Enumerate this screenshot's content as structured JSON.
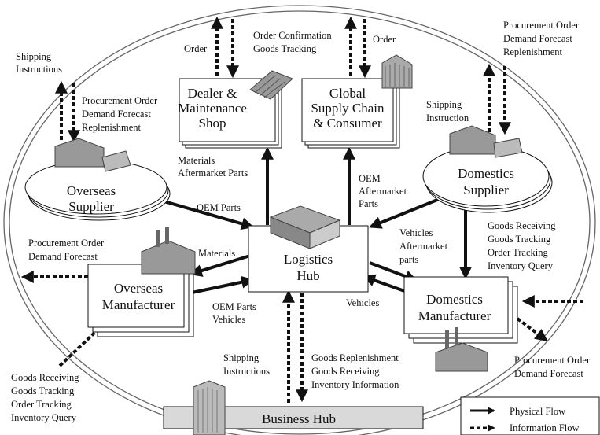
{
  "nodes": {
    "dealer": [
      "Dealer &",
      "Maintenance",
      "Shop"
    ],
    "global": [
      "Global",
      "Supply Chain",
      "& Consumer"
    ],
    "overseas_supplier": [
      "Overseas",
      "Supplier"
    ],
    "domestics_supplier": [
      "Domestics",
      "Supplier"
    ],
    "logistics_hub": [
      "Logistics",
      "Hub"
    ],
    "overseas_manufacturer": [
      "Overseas",
      "Manufacturer"
    ],
    "domestics_manufacturer": [
      "Domestics",
      "Manufacturer"
    ],
    "business_hub": "Business Hub"
  },
  "labels": {
    "shipping_instructions_tl": [
      "Shipping",
      "Instructions"
    ],
    "order_left": "Order",
    "order_confirmation": [
      "Order  Confirmation",
      "Goods Tracking"
    ],
    "order_right": "Order",
    "proc_top_right": [
      "Procurement Order",
      "Demand Forecast",
      "Replenishment"
    ],
    "proc_left": [
      "Procurement Order",
      "Demand Forecast",
      "Replenishment"
    ],
    "shipping_instruction_right": [
      "Shipping",
      "Instruction"
    ],
    "materials_aftermarket": [
      "Materials",
      "Aftermarket Parts"
    ],
    "oem_aftermarket": [
      "OEM",
      "Aftermarket",
      "Parts"
    ],
    "oem_parts_top": "OEM Parts",
    "proc_order_left": [
      "Procurement Order",
      "Demand Forecast"
    ],
    "materials": "Materials",
    "vehicles_aftermarket": [
      "Vehicles",
      "Aftermarket",
      "parts"
    ],
    "goods_receiving_right": [
      "Goods Receiving",
      "Goods Tracking",
      "Order  Tracking",
      "Inventory Query"
    ],
    "oem_parts_vehicles": [
      "OEM Parts",
      "Vehicles"
    ],
    "vehicles": "Vehicles",
    "proc_order_bottom_right": [
      "Procurement Order",
      "Demand Forecast"
    ],
    "goods_receiving_left": [
      "Goods Receiving",
      "Goods Tracking",
      "Order  Tracking",
      "Inventory Query"
    ],
    "shipping_instructions_bottom": [
      "Shipping",
      "Instructions"
    ],
    "goods_replenishment": [
      "Goods Replenishment",
      "Goods Receiving",
      "Inventory Information"
    ]
  },
  "legend": {
    "physical_flow": "Physical Flow",
    "information_flow": "Information Flow"
  }
}
